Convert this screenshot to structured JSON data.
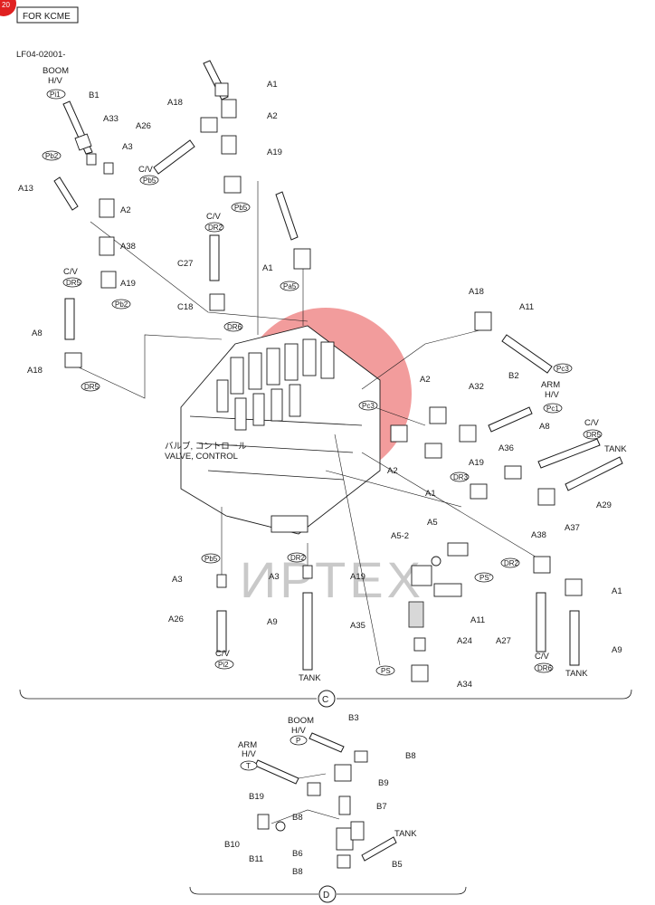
{
  "header": {
    "badge_text": "FOR KCME",
    "page_corner": "20",
    "part_code": "LF04-02001-"
  },
  "watermark": {
    "text": "ИРТЕХ",
    "color": "#e84a4a"
  },
  "valve": {
    "name_jp": "バルブ, コントロール",
    "name_en": "VALVE, CONTROL"
  },
  "group_labels": {
    "boom_hv": "BOOM\nH/V",
    "arm_hv": "ARM\nH/V",
    "cv": "C/V",
    "tank": "TANK"
  },
  "ports": {
    "pi1": "Pi1",
    "pb2": "Pb2",
    "pb3": "Pb3",
    "pa5": "Pa5",
    "pb5": "Pb5",
    "dr2": "DR2",
    "dr3": "DR3",
    "dr5": "DR5",
    "dr6": "DR6",
    "pc3": "Pc3",
    "pc1": "Pc1",
    "ps": "PS",
    "ps2": "PS'",
    "pi2": "Pi2",
    "p": "P",
    "t": "T"
  },
  "parts_c": {
    "a1": "A1",
    "a2": "A2",
    "a3": "A3",
    "a5": "A5",
    "a5_2": "A5-2",
    "a8": "A8",
    "a9": "A9",
    "a11": "A11",
    "a13": "A13",
    "a18": "A18",
    "a19": "A19",
    "a24": "A24",
    "a26": "A26",
    "a27": "A27",
    "a29": "A29",
    "a32": "A32",
    "a33": "A33",
    "a34": "A34",
    "a35": "A35",
    "a36": "A36",
    "a37": "A37",
    "a38": "A38",
    "b1": "B1",
    "b2": "B2",
    "c18": "C18",
    "c27": "C27"
  },
  "parts_d": {
    "b3": "B3",
    "b5": "B5",
    "b6": "B6",
    "b7": "B7",
    "b8": "B8",
    "b9": "B9",
    "b10": "B10",
    "b11": "B11",
    "b19": "B19"
  },
  "sections": {
    "c": "C",
    "d": "D"
  }
}
